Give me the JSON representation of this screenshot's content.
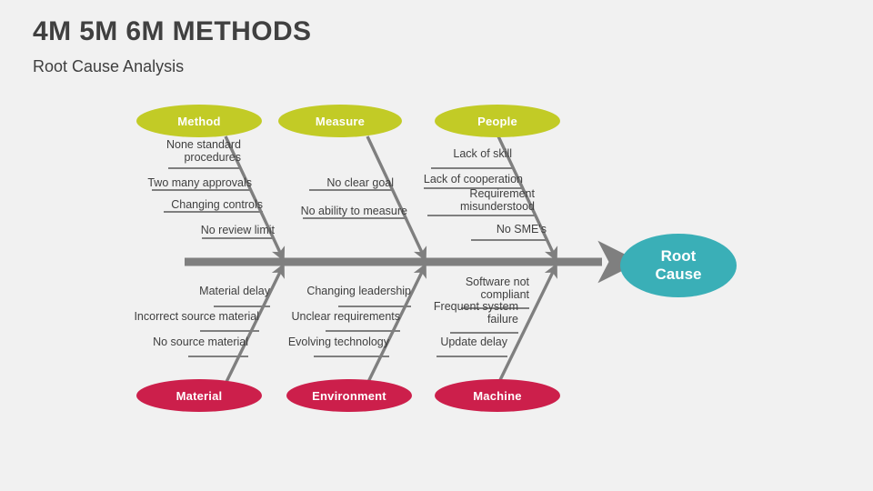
{
  "header": {
    "title": "4M 5M 6M METHODS",
    "subtitle": "Root Cause Analysis"
  },
  "colors": {
    "background": "#f1f1f1",
    "top_category": "#c2cb26",
    "bottom_category": "#cc1f4b",
    "root_cause": "#3aafb7",
    "bone": "#7f7f7f",
    "text": "#3f3f3f"
  },
  "diagram": {
    "type": "fishbone",
    "effect": {
      "label_line1": "Root",
      "label_line2": "Cause"
    },
    "categories": [
      {
        "name": "Method",
        "position": "top",
        "causes": [
          "None standard\nprocedures",
          "Two many approvals",
          "Changing controls",
          "No review limit"
        ]
      },
      {
        "name": "Measure",
        "position": "top",
        "causes": [
          "No clear goal",
          "No ability to measure"
        ]
      },
      {
        "name": "People",
        "position": "top",
        "causes": [
          "Lack of skill",
          "Lack of cooperation",
          "Requirement\nmisunderstood",
          "No SME's"
        ]
      },
      {
        "name": "Material",
        "position": "bottom",
        "causes": [
          "Material delay",
          "Incorrect source material",
          "No source material"
        ]
      },
      {
        "name": "Environment",
        "position": "bottom",
        "causes": [
          "Changing leadership",
          "Unclear requirements",
          "Evolving technology"
        ]
      },
      {
        "name": "Machine",
        "position": "bottom",
        "causes": [
          "Software not\ncompliant",
          "Frequent system\nfailure",
          "Update delay"
        ]
      }
    ]
  }
}
